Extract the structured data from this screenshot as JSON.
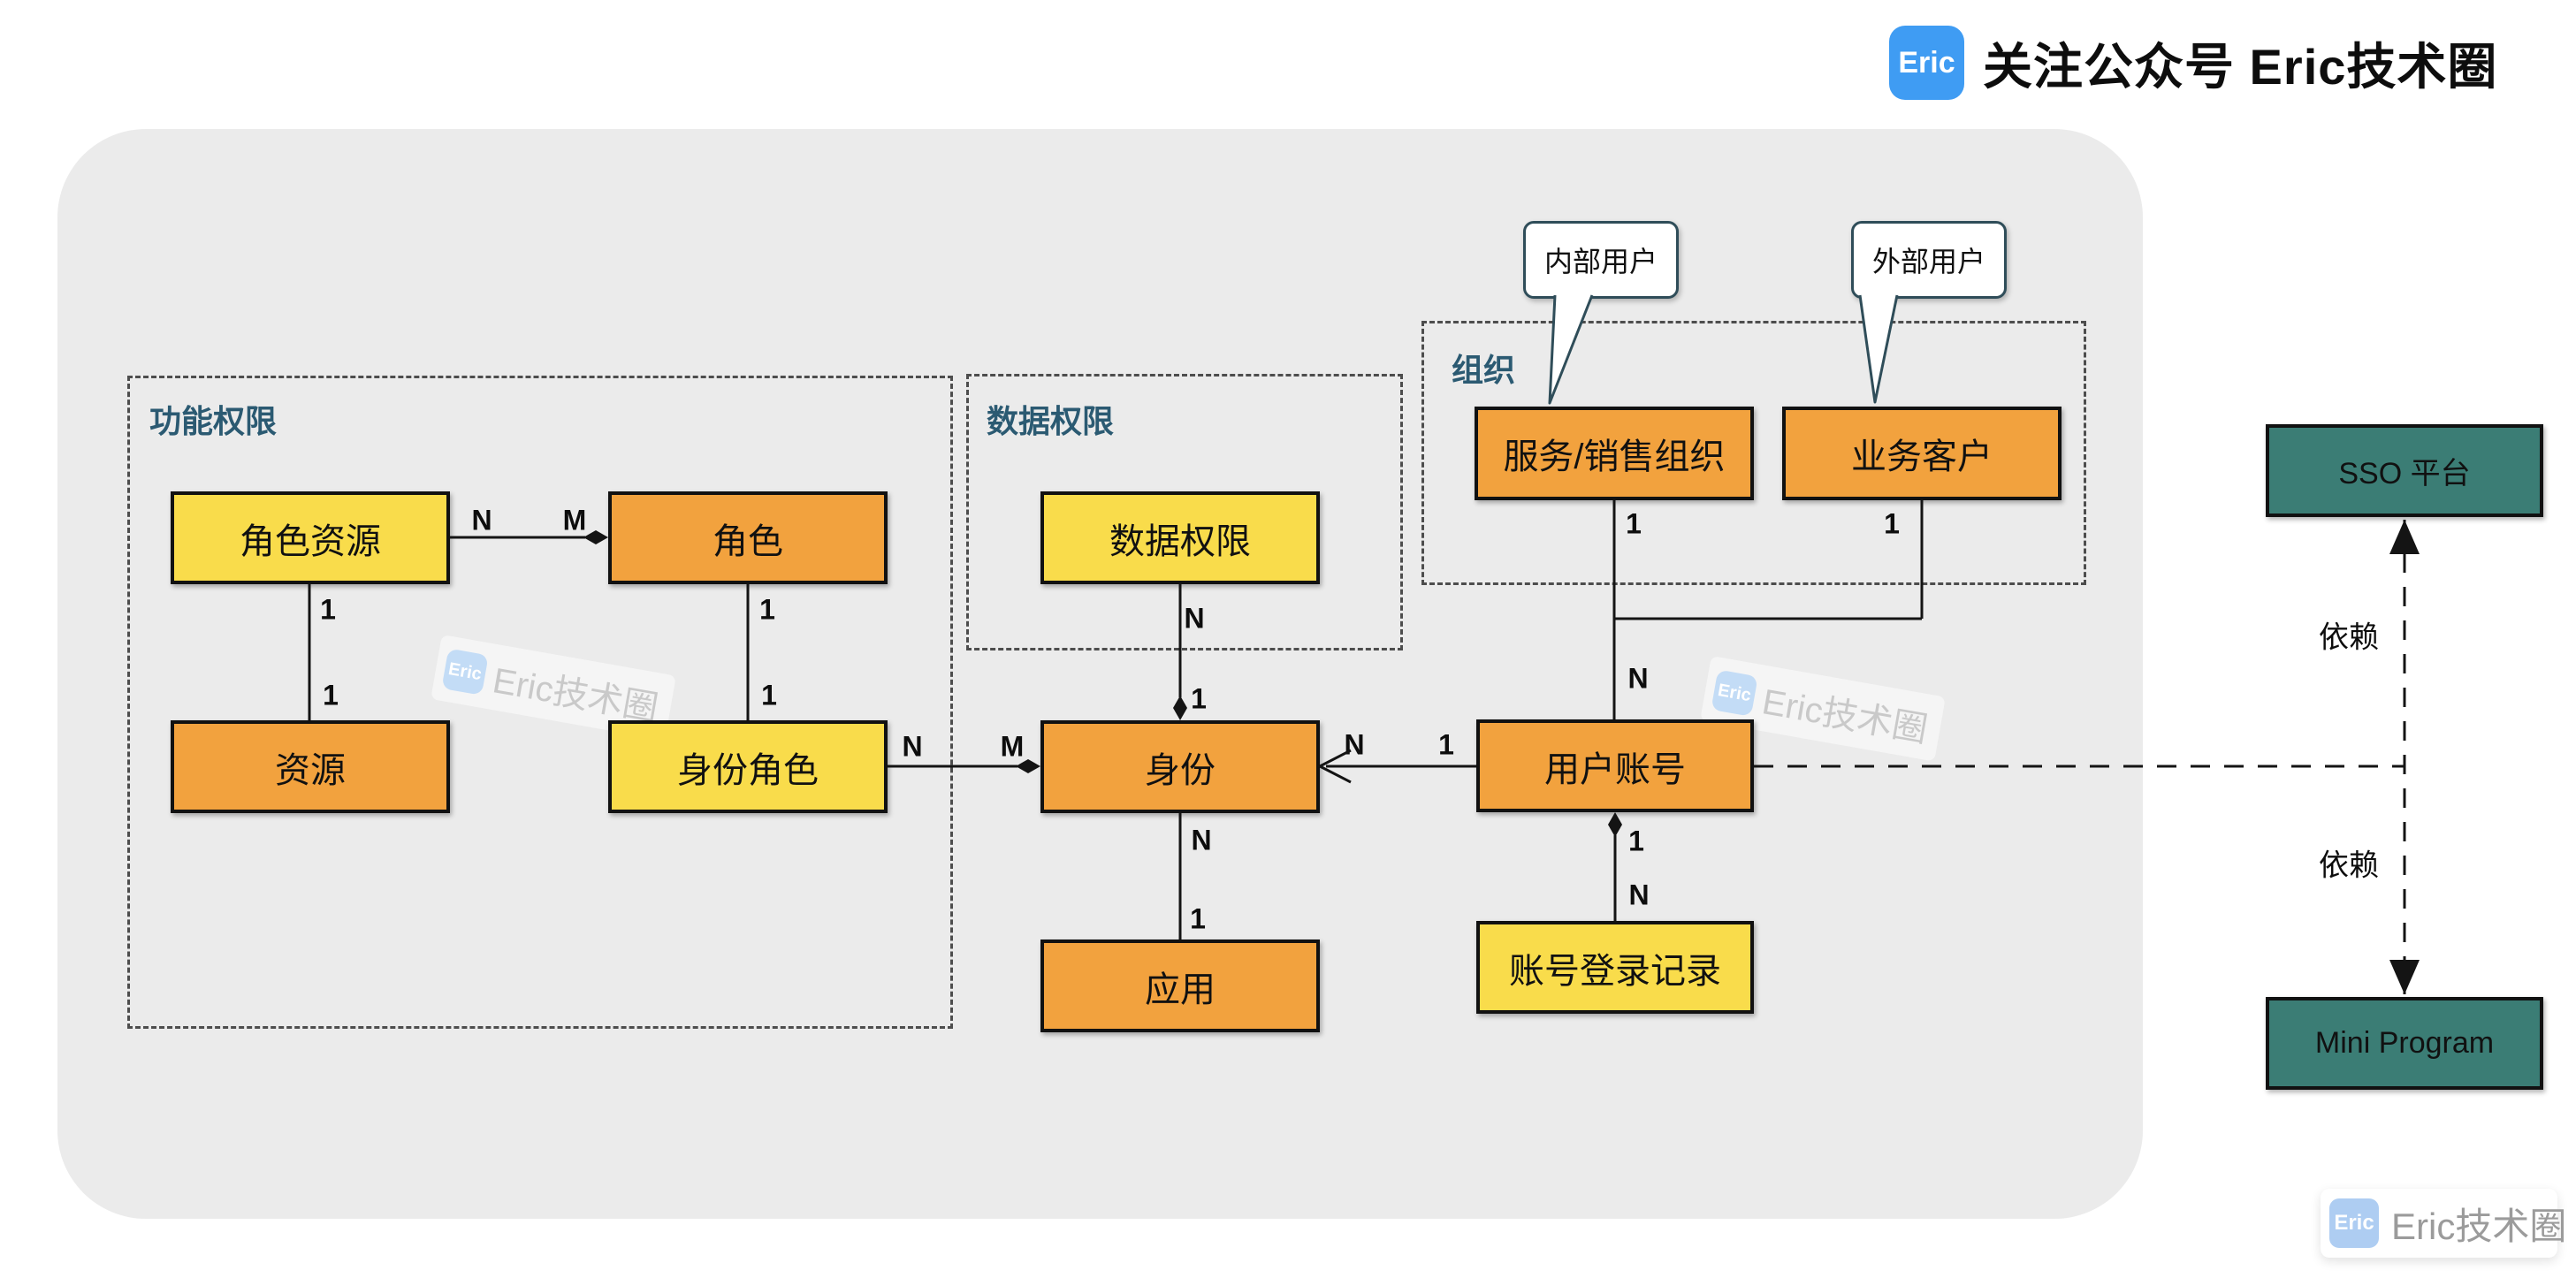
{
  "header": {
    "logo": "Eric",
    "title": "关注公众号 Eric技术圈"
  },
  "groups": {
    "func": "功能权限",
    "data": "数据权限",
    "org": "组织"
  },
  "nodes": {
    "role_resource": "角色资源",
    "role": "角色",
    "resource": "资源",
    "identity_role": "身份角色",
    "data_perm": "数据权限",
    "identity": "身份",
    "app": "应用",
    "service_org": "服务/销售组织",
    "biz_customer": "业务客户",
    "user_account": "用户账号",
    "login_record": "账号登录记录",
    "sso": "SSO 平台",
    "mini": "Mini Program"
  },
  "callouts": {
    "internal": "内部用户",
    "external": "外部用户"
  },
  "card": {
    "one": "1",
    "n": "N",
    "m": "M"
  },
  "dep": "依赖",
  "watermark": {
    "logo": "Eric",
    "text": "Eric技术圈"
  },
  "colors": {
    "yellow": "#F9DC4B",
    "orange": "#F2A23E",
    "teal": "#3B7D75",
    "canvas": "#EBEBEB",
    "logo_blue": "#3F9CF3",
    "group_title": "#2B5A72",
    "line": "#141414"
  }
}
